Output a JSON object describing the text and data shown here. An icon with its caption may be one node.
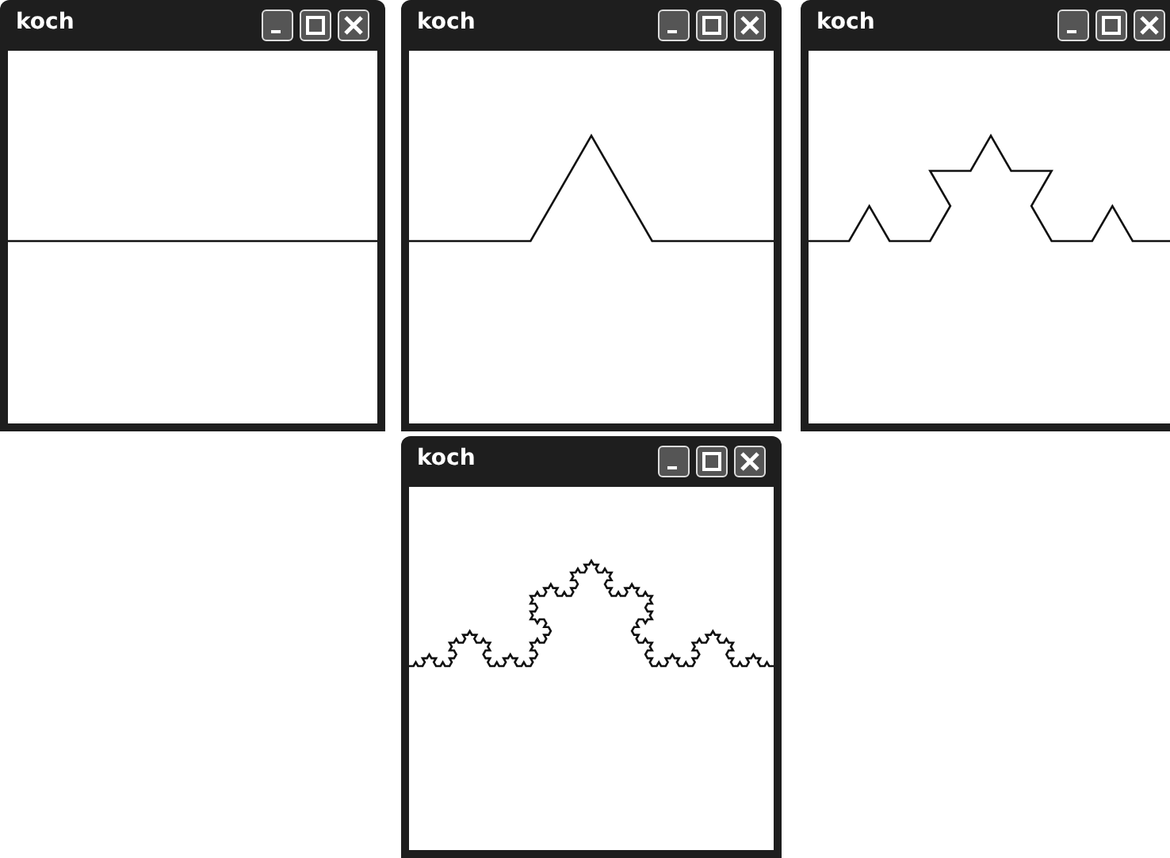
{
  "diagram": {
    "labels": [
      "koch",
      "koch",
      "koch",
      "koch"
    ]
  }
}
